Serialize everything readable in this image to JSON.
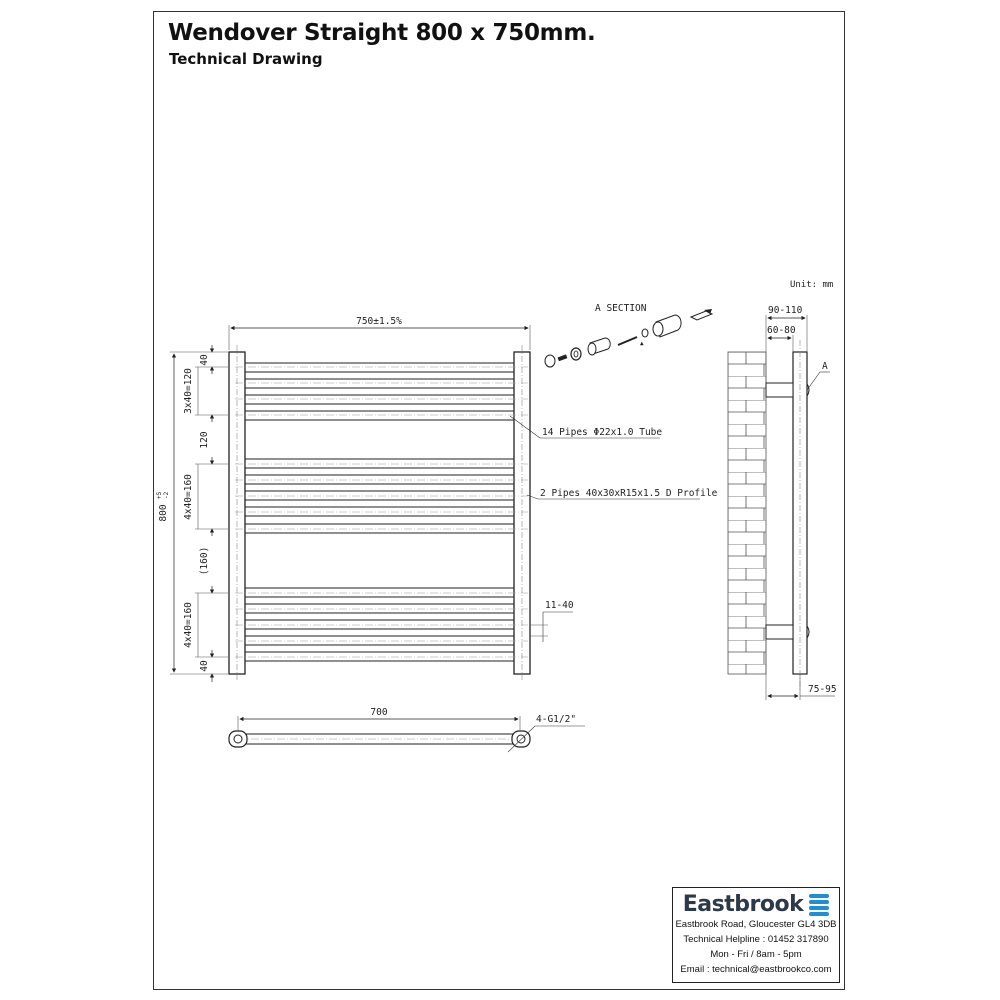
{
  "header": {
    "title": "Wendover Straight 800 x 750mm.",
    "subtitle": "Technical Drawing"
  },
  "drawing": {
    "unit_label": "Unit: mm",
    "front_view": {
      "width_dim": "750±1.5%",
      "height_dim": "800",
      "height_tol_upper": "+5",
      "height_tol_lower": "-2",
      "left_dims": [
        "40",
        "3x40=120",
        "120",
        "4x40=160",
        "(160)",
        "4x40=160",
        "40"
      ],
      "wall_gap_dim": "11-40",
      "callout_tubes": "14 Pipes Φ22x1.0 Tube",
      "callout_profile": "2 Pipes 40x30xR15x1.5 D Profile",
      "rail_count": 14,
      "rail_groups": [
        4,
        5,
        5
      ]
    },
    "section": {
      "label": "A  SECTION",
      "marker": "A"
    },
    "side_view": {
      "dim_outer": "90-110",
      "dim_inner": "60-80",
      "dim_bottom": "75-95",
      "section_marker": "A"
    },
    "bottom_view": {
      "centers_dim": "700",
      "connection_label": "4-G1/2\""
    }
  },
  "footer": {
    "brand": "Eastbrook",
    "address": "Eastbrook Road, Gloucester GL4 3DB",
    "helpline": "Technical Helpline : 01452 317890",
    "hours": "Mon - Fri / 8am - 5pm",
    "email": "Email : technical@eastbrookco.com",
    "brand_color": "#2b3a4a",
    "accent_color": "#1d8fd6"
  }
}
